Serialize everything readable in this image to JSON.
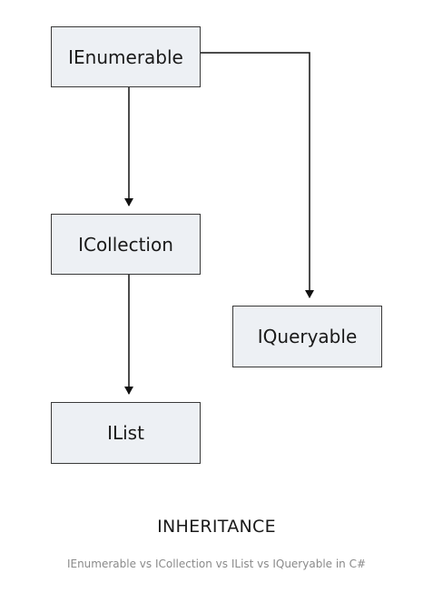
{
  "diagram": {
    "nodes": {
      "ienumerable": "IEnumerable",
      "icollection": "ICollection",
      "ilist": "IList",
      "iqueryable": "IQueryable"
    },
    "edges": [
      {
        "from": "ienumerable",
        "to": "icollection"
      },
      {
        "from": "icollection",
        "to": "ilist"
      },
      {
        "from": "ienumerable",
        "to": "iqueryable"
      }
    ],
    "colors": {
      "node_fill": "#edf0f4",
      "node_border": "#3a3a3a",
      "edge": "#111111",
      "subtitle": "#8a8a8a"
    }
  },
  "caption": {
    "title": "INHERITANCE",
    "subtitle": "IEnumerable vs ICollection vs IList vs IQueryable in C#"
  }
}
